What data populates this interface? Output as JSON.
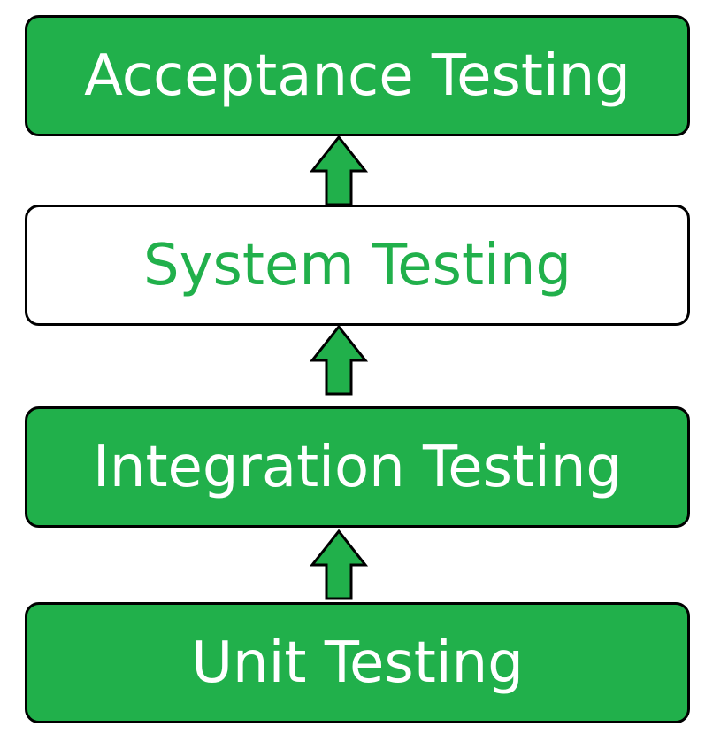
{
  "colors": {
    "green": "#21b04b",
    "white": "#ffffff",
    "outline": "#000000"
  },
  "levels": [
    {
      "label": "Acceptance Testing",
      "fill": "#21b04b",
      "text_color": "#ffffff"
    },
    {
      "label": "System Testing",
      "fill": "#ffffff",
      "text_color": "#21b04b"
    },
    {
      "label": "Integration Testing",
      "fill": "#21b04b",
      "text_color": "#ffffff"
    },
    {
      "label": "Unit Testing",
      "fill": "#21b04b",
      "text_color": "#ffffff"
    }
  ],
  "arrow_icon": "up-arrow-icon"
}
